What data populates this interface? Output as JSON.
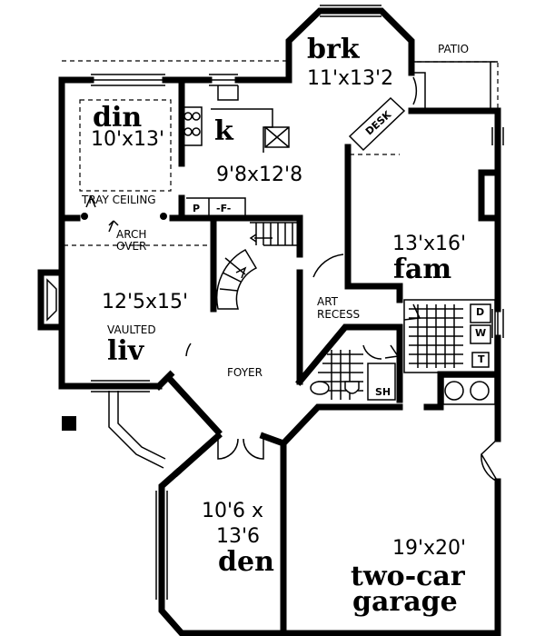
{
  "rooms": {
    "breakfast": {
      "name": "brk",
      "dims": "11'x13'2"
    },
    "dining": {
      "name": "din",
      "dims": "10'x13'"
    },
    "kitchen": {
      "name": "k",
      "dims": "9'8x12'8"
    },
    "family": {
      "name": "fam",
      "dims": "13'x16'"
    },
    "living": {
      "name": "liv",
      "dims": "12'5x15'",
      "note": "VAULTED"
    },
    "den": {
      "name": "den",
      "dims_line1": "10'6 x",
      "dims_line2": "13'6"
    },
    "garage": {
      "name_line1": "two-car",
      "name_line2": "garage",
      "dims": "19'x20'"
    }
  },
  "notes": {
    "patio": "PATIO",
    "desk": "DESK",
    "tray_ceiling": "TRAY CEILING",
    "arch_line1": "ARCH",
    "arch_line2": "OVER",
    "foyer": "FOYER",
    "art_line1": "ART",
    "art_line2": "RECESS",
    "pantry": "P",
    "fridge": "-F-",
    "dryer": "D",
    "washer": "W",
    "tub": "T",
    "shower": "SH"
  }
}
